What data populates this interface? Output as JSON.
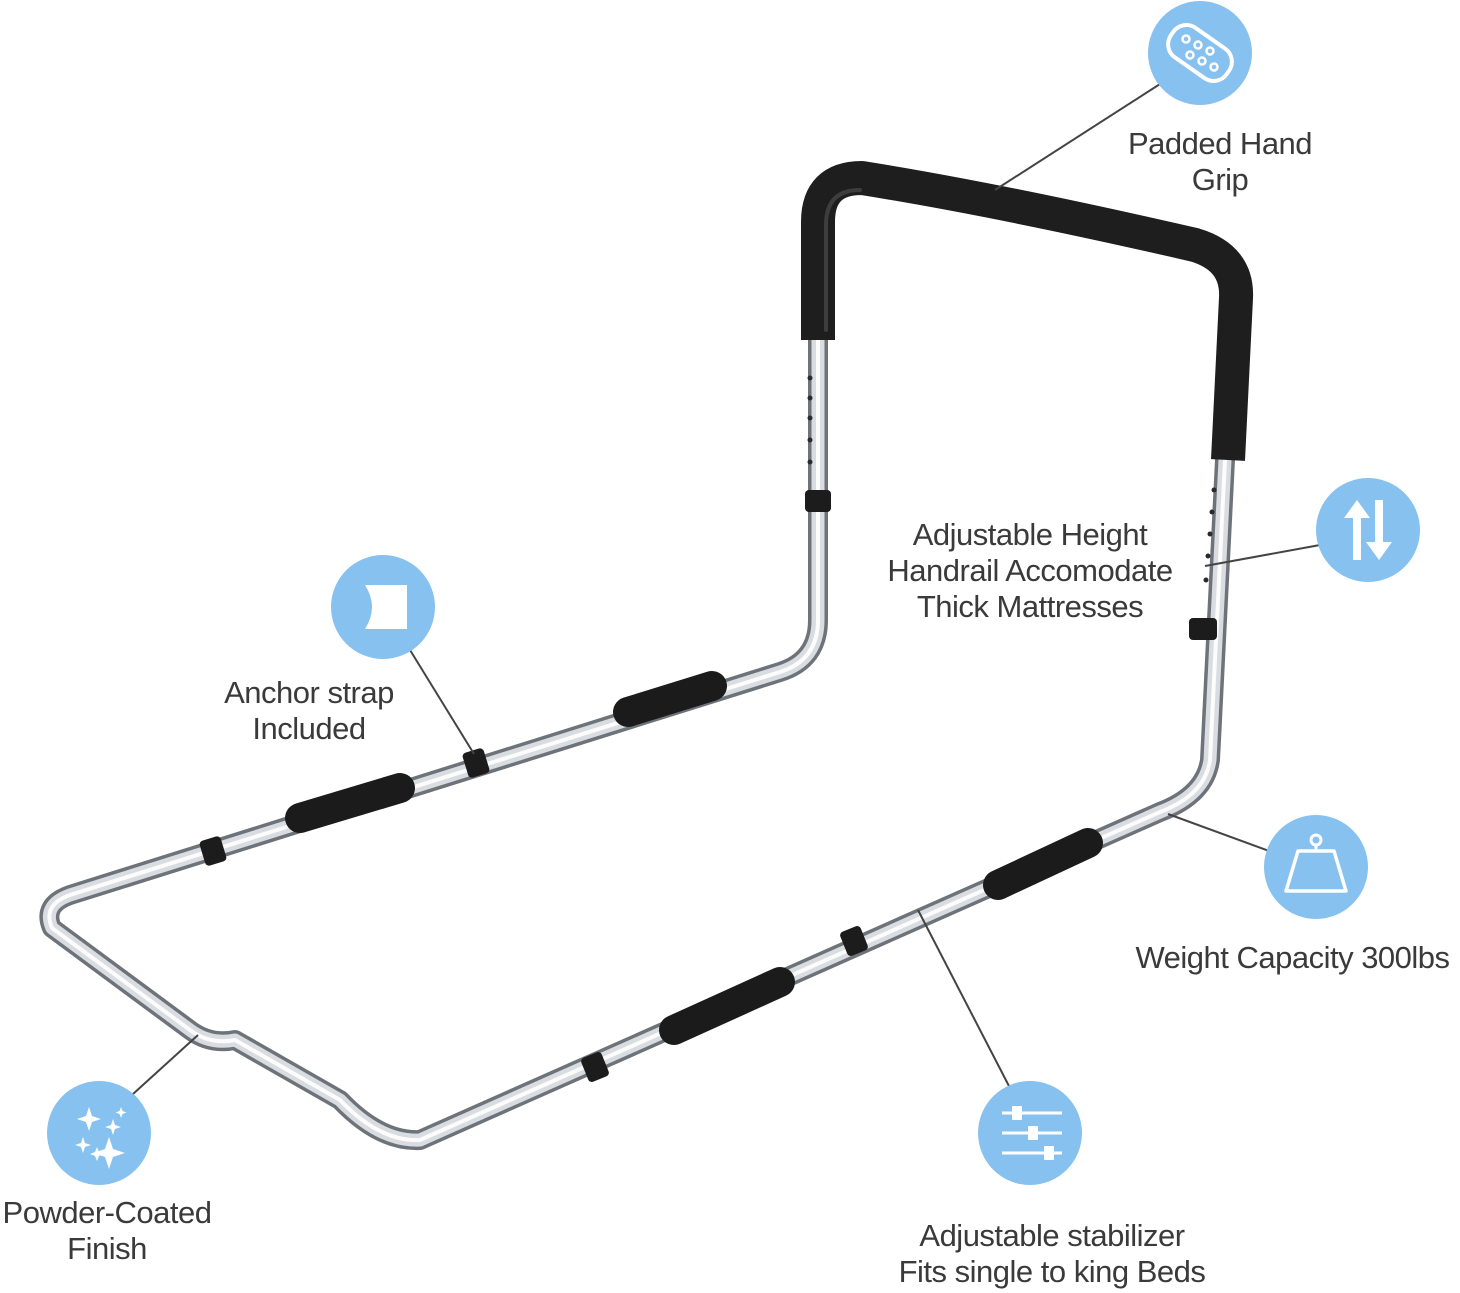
{
  "colors": {
    "icon_circle": "#86C1EF",
    "text": "#3a3a3a",
    "callout_line": "#444444",
    "chrome": "#c8ccd1",
    "grip": "#1f1f1f"
  },
  "features": [
    {
      "id": "padded-hand-grip",
      "icon": "padded-grip-icon",
      "lines": [
        "Padded Hand",
        "Grip"
      ]
    },
    {
      "id": "adjustable-height",
      "icon": "up-down-arrows-icon",
      "lines": [
        "Adjustable Height",
        "Handrail Accomodate",
        "Thick Mattresses"
      ]
    },
    {
      "id": "anchor-strap",
      "icon": "strap-icon",
      "lines": [
        "Anchor strap",
        "Included"
      ]
    },
    {
      "id": "weight-capacity",
      "icon": "weight-icon",
      "lines": [
        "Weight Capacity 300lbs"
      ]
    },
    {
      "id": "powder-coated",
      "icon": "sparkle-icon",
      "lines": [
        "Powder-Coated",
        "Finish"
      ]
    },
    {
      "id": "adjustable-stabilizer",
      "icon": "sliders-icon",
      "lines": [
        "Adjustable stabilizer",
        "Fits single to king Beds"
      ]
    }
  ]
}
